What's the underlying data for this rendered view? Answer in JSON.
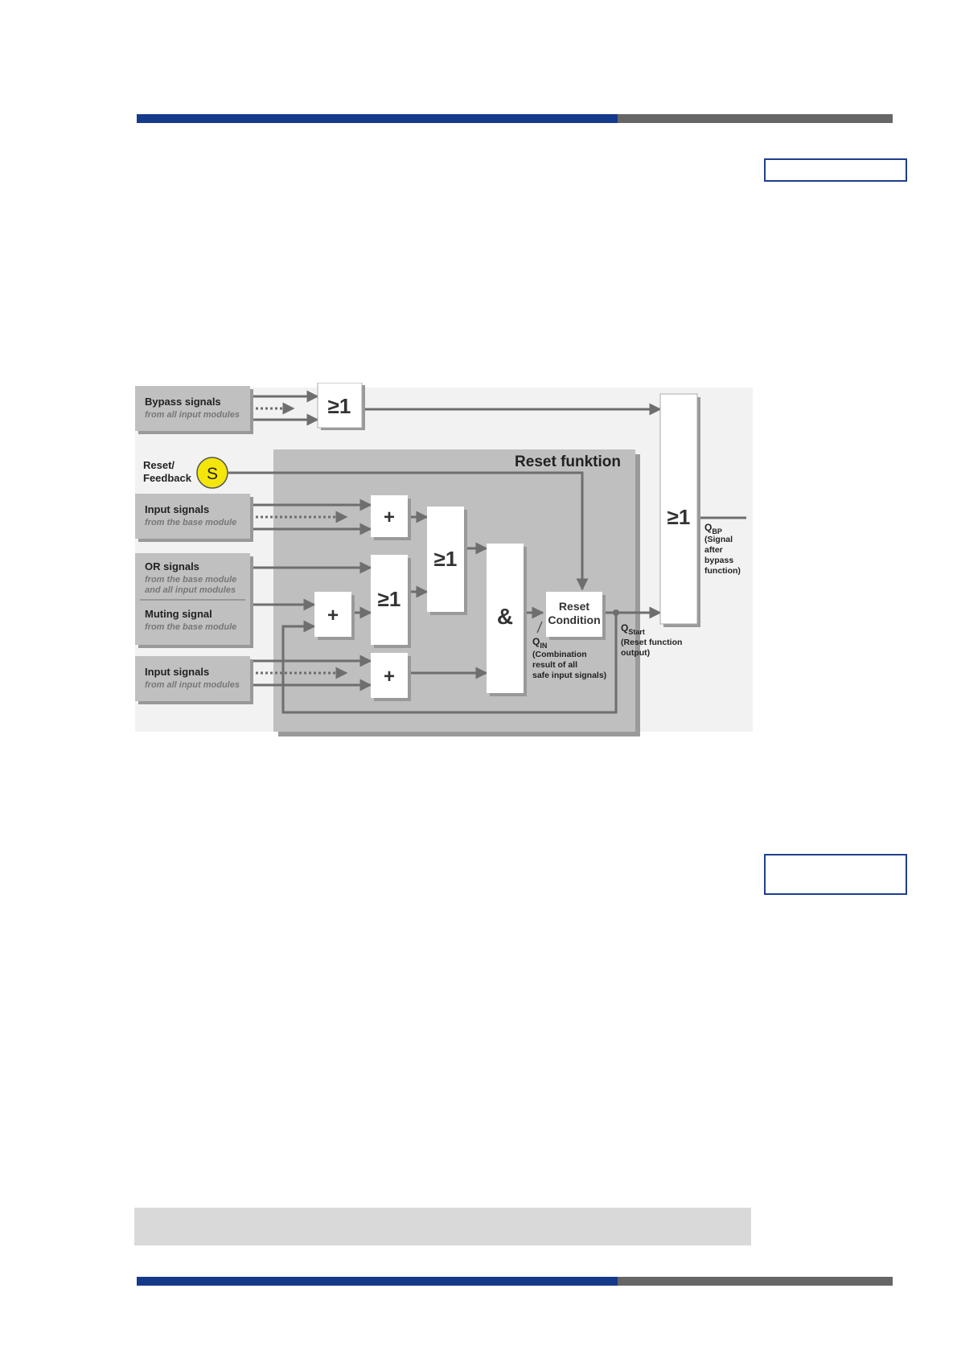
{
  "colors": {
    "brand_blue": "#163a8a",
    "bar_grey": "#666666",
    "diagram_grey": "#bfbfbf",
    "reset_switch_yellow": "#f5e60a",
    "arrow_grey": "#6e6e6e"
  },
  "diagram": {
    "inputs": {
      "bypass": {
        "title": "Bypass signals",
        "sub": "from all input modules"
      },
      "reset": {
        "line1": "Reset/",
        "line2": "Feedback",
        "switch": "S"
      },
      "input_base": {
        "title": "Input signals",
        "sub": "from the base module"
      },
      "or": {
        "title": "OR signals",
        "sub1": "from the base module",
        "sub2": "and all input modules"
      },
      "muting": {
        "title": "Muting signal",
        "sub": "from the base module"
      },
      "input_all": {
        "title": "Input signals",
        "sub": "from all input modules"
      }
    },
    "reset_area_title": "Reset funktion",
    "gates": {
      "or_bypass": "≥1",
      "plus_input": "+",
      "or_mid": "≥1",
      "plus_muting": "+",
      "or_input": "≥1",
      "and": "&",
      "plus_bottom": "+",
      "or_final": "≥1"
    },
    "reset_condition": {
      "line1": "Reset",
      "line2": "Condition"
    },
    "q_in": {
      "symbol": "Q",
      "sub": "IN",
      "desc": [
        "(Combination",
        "result of all",
        "safe input signals)"
      ]
    },
    "q_start": {
      "symbol": "Q",
      "sub": "Start",
      "desc": [
        "(Reset function",
        "output)"
      ]
    },
    "q_bp": {
      "symbol": "Q",
      "sub": "BP",
      "desc": [
        "(Signal",
        "after",
        "bypass",
        "function)"
      ]
    }
  }
}
